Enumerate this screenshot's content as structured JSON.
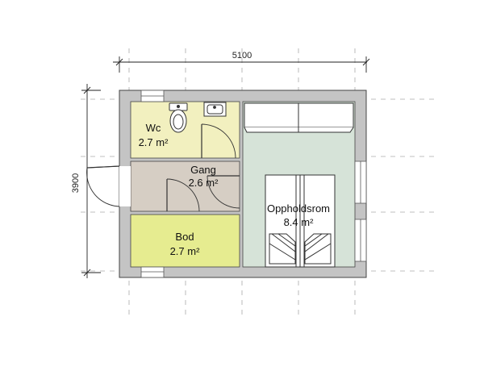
{
  "dimensions": {
    "width": "5100",
    "height": "3900"
  },
  "rooms": {
    "wc": {
      "name": "Wc",
      "area": "2.7 m²"
    },
    "gang": {
      "name": "Gang",
      "area": "2.6 m²"
    },
    "bod": {
      "name": "Bod",
      "area": "2.7 m²"
    },
    "oppholdsrom": {
      "name": "Oppholdsrom",
      "area": "8.4 m²"
    }
  },
  "colors": {
    "wall": "#c4c4c4",
    "wc_fill": "#f2f0bf",
    "gang_fill": "#d6cec4",
    "bod_fill": "#e6ec90",
    "oppholdsrom_fill": "#d6e3d8",
    "line": "#222222",
    "grid_line": "#aaaaaa"
  }
}
